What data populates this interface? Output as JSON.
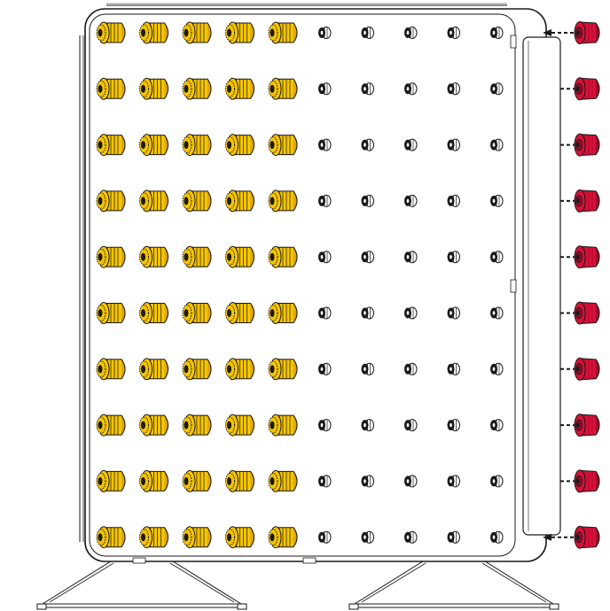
{
  "diagram": {
    "rows": 10,
    "columns": 10,
    "filled_columns": 5,
    "empty_columns": 5,
    "side_connectors": 10
  },
  "colors": {
    "outline": "#1a1a1a",
    "fill_yellow": "#f5c400",
    "fill_yellow_shade": "#e0a800",
    "fill_red": "#d8103a",
    "fill_red_shade": "#a00a28",
    "background": "#ffffff",
    "rail_fill": "#ffffff"
  },
  "icons": {
    "filled": "yellow-threaded-connector-icon",
    "empty": "empty-socket-icon",
    "side": "red-connector-icon",
    "link": "dashed-link-icon"
  }
}
